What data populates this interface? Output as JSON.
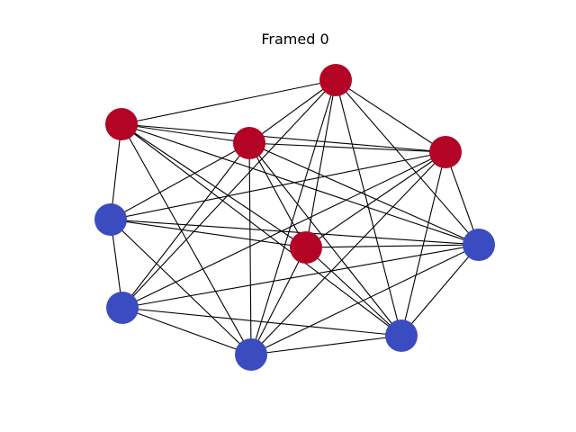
{
  "title": "Framed 0",
  "colors": {
    "red_node": "#b40426",
    "blue_node": "#3b4cc0",
    "edge": "#000000",
    "background": "#ffffff"
  },
  "graph": {
    "nodes": [
      {
        "id": "n0",
        "group": "red"
      },
      {
        "id": "n1",
        "group": "red"
      },
      {
        "id": "n2",
        "group": "red"
      },
      {
        "id": "n3",
        "group": "red"
      },
      {
        "id": "n4",
        "group": "red"
      },
      {
        "id": "n5",
        "group": "blue"
      },
      {
        "id": "n6",
        "group": "blue"
      },
      {
        "id": "n7",
        "group": "blue"
      },
      {
        "id": "n8",
        "group": "blue"
      },
      {
        "id": "n9",
        "group": "blue"
      }
    ],
    "edges": [
      [
        "n0",
        "n1"
      ],
      [
        "n0",
        "n2"
      ],
      [
        "n0",
        "n3"
      ],
      [
        "n0",
        "n4"
      ],
      [
        "n0",
        "n6"
      ],
      [
        "n0",
        "n7"
      ],
      [
        "n0",
        "n8"
      ],
      [
        "n0",
        "n9"
      ],
      [
        "n1",
        "n2"
      ],
      [
        "n1",
        "n3"
      ],
      [
        "n1",
        "n4"
      ],
      [
        "n1",
        "n5"
      ],
      [
        "n1",
        "n6"
      ],
      [
        "n1",
        "n8"
      ],
      [
        "n1",
        "n9"
      ],
      [
        "n2",
        "n3"
      ],
      [
        "n2",
        "n4"
      ],
      [
        "n2",
        "n5"
      ],
      [
        "n2",
        "n6"
      ],
      [
        "n2",
        "n7"
      ],
      [
        "n2",
        "n8"
      ],
      [
        "n2",
        "n9"
      ],
      [
        "n3",
        "n4"
      ],
      [
        "n3",
        "n5"
      ],
      [
        "n3",
        "n6"
      ],
      [
        "n3",
        "n7"
      ],
      [
        "n3",
        "n8"
      ],
      [
        "n3",
        "n9"
      ],
      [
        "n4",
        "n5"
      ],
      [
        "n4",
        "n6"
      ],
      [
        "n4",
        "n8"
      ],
      [
        "n4",
        "n9"
      ],
      [
        "n5",
        "n6"
      ],
      [
        "n5",
        "n7"
      ],
      [
        "n5",
        "n9"
      ],
      [
        "n6",
        "n7"
      ],
      [
        "n6",
        "n8"
      ],
      [
        "n6",
        "n9"
      ],
      [
        "n7",
        "n8"
      ],
      [
        "n7",
        "n9"
      ],
      [
        "n8",
        "n9"
      ]
    ]
  }
}
